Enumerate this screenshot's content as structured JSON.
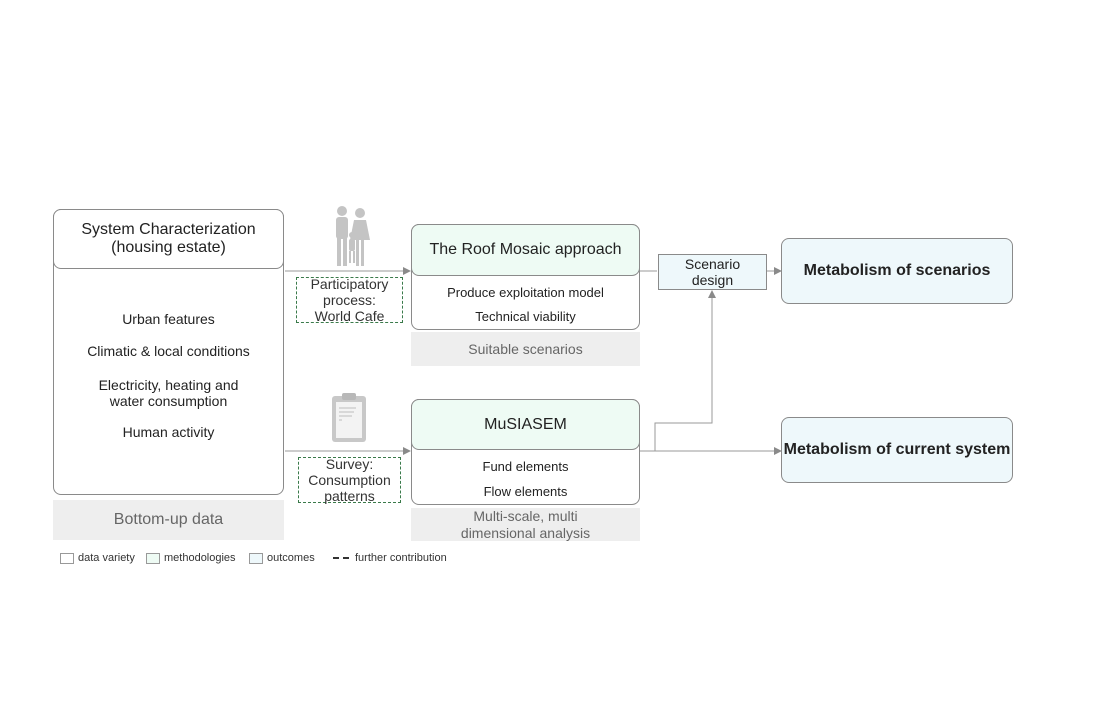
{
  "system": {
    "title": "System  Characterization\n(housing estate)",
    "items": [
      "Urban features",
      "Climatic & local conditions",
      "Electricity, heating and\nwater consumption",
      "Human activity"
    ],
    "band": "Bottom-up data"
  },
  "participatory": {
    "label": "Participatory\nprocess:\nWorld Cafe",
    "icon": "family-icon"
  },
  "survey": {
    "label": "Survey:\nConsumption\npatterns",
    "icon": "clipboard-icon"
  },
  "roof_mosaic": {
    "title": "The Roof Mosaic approach",
    "items": [
      "Produce exploitation model",
      "Technical viability"
    ],
    "band": "Suitable scenarios"
  },
  "musiasem": {
    "title": "MuSIASEM",
    "items": [
      "Fund elements",
      "Flow elements"
    ],
    "band": "Multi-scale, multi\ndimensional analysis"
  },
  "scenario_design": {
    "label": "Scenario\ndesign"
  },
  "outcomes": {
    "scenarios": "Metabolism of scenarios",
    "current": "Metabolism of current system"
  },
  "legend": {
    "data_variety": "data variety",
    "methodologies": "methodologies",
    "outcomes": "outcomes",
    "further": "further contribution"
  },
  "colors": {
    "methodology_fill": "#eefbf4",
    "outcome_fill": "#eef8fb",
    "dashed_border": "#3a7a4a",
    "band_fill": "#eeeeee"
  }
}
